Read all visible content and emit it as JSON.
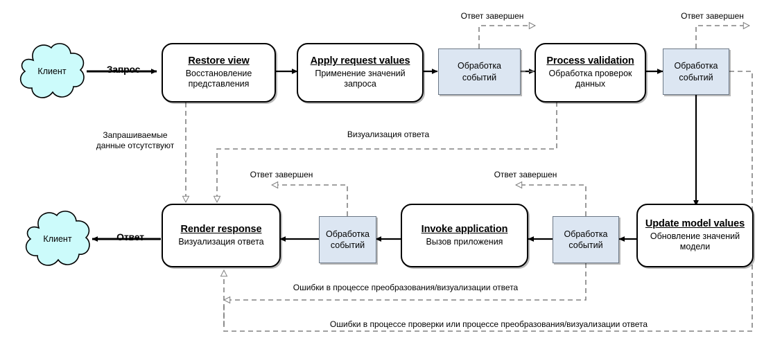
{
  "diagram": {
    "title": "JSF lifecycle diagram (Russian annotations)",
    "colors": {
      "cloud_fill": "#ccfbfb",
      "cloud_stroke": "#000000",
      "event_fill": "#dce6f2",
      "event_stroke": "#6b7785",
      "phase_fill": "#ffffff",
      "phase_stroke": "#000000",
      "solid_edge": "#000000",
      "dashed_edge": "#808080"
    },
    "clients": [
      {
        "name": "client-request",
        "label": "Клиент"
      },
      {
        "name": "client-response",
        "label": "Клиент"
      }
    ],
    "phases": [
      {
        "name": "restore-view",
        "title_en": "Restore view",
        "title_ru": "Восстановление представления"
      },
      {
        "name": "apply-request-values",
        "title_en": "Apply request values",
        "title_ru": "Применение значений запроса"
      },
      {
        "name": "process-validation",
        "title_en": "Process validation",
        "title_ru": "Обработка проверок данных"
      },
      {
        "name": "update-model-values",
        "title_en": "Update model values",
        "title_ru": "Обновление значений модели"
      },
      {
        "name": "invoke-application",
        "title_en": "Invoke application",
        "title_ru": "Вызов приложения"
      },
      {
        "name": "render-response",
        "title_en": "Render response",
        "title_ru": "Визуализация ответа"
      }
    ],
    "event_boxes": [
      {
        "name": "event-processing-1",
        "label": "Обработка событий"
      },
      {
        "name": "event-processing-2",
        "label": "Обработка событий"
      },
      {
        "name": "event-processing-3",
        "label": "Обработка событий"
      },
      {
        "name": "event-processing-4",
        "label": "Обработка событий"
      }
    ],
    "edge_labels": [
      {
        "name": "label-request",
        "text": "Запрос",
        "bold": true
      },
      {
        "name": "label-response",
        "text": "Ответ",
        "bold": true
      },
      {
        "name": "label-response-complete-1",
        "text": "Ответ завершен",
        "bold": false
      },
      {
        "name": "label-response-complete-2",
        "text": "Ответ завершен",
        "bold": false
      },
      {
        "name": "label-response-complete-3",
        "text": "Ответ завершен",
        "bold": false
      },
      {
        "name": "label-response-complete-4",
        "text": "Ответ завершен",
        "bold": false
      },
      {
        "name": "label-no-requested-data",
        "text": "Запрашиваемые данные отсутствуют",
        "bold": false
      },
      {
        "name": "label-render-response",
        "text": "Визуализация ответа",
        "bold": false
      },
      {
        "name": "label-conversion-errors",
        "text": "Ошибки в процессе преобразования/визуализации ответа",
        "bold": false
      },
      {
        "name": "label-validation-errors",
        "text": "Ошибки в процессе проверки или процессе преобразования/визуализации ответа",
        "bold": false
      }
    ]
  }
}
